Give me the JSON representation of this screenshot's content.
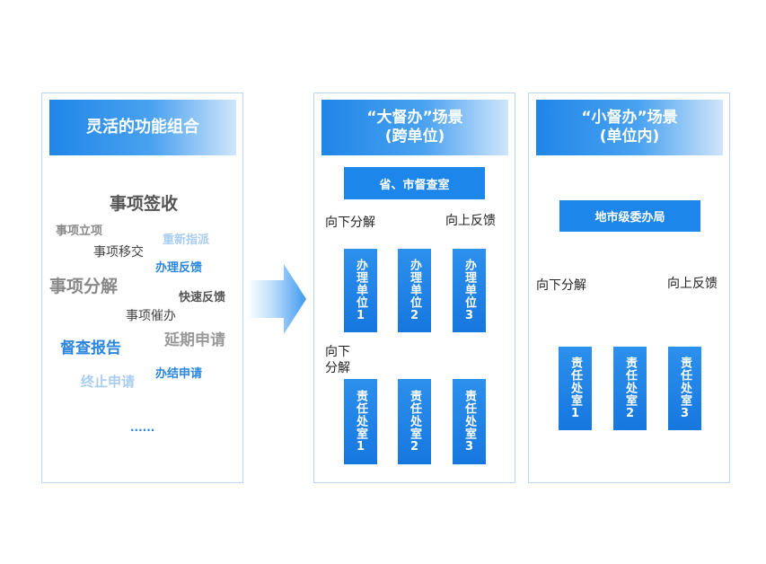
{
  "left_panel": {
    "title": "灵活的功能组合",
    "words": [
      {
        "text": "事项签收",
        "color": "#555555"
      },
      {
        "text": "事项立项",
        "color": "#8a8a8a"
      },
      {
        "text": "重新指派",
        "color": "#a8cdf0"
      },
      {
        "text": "事项移交",
        "color": "#444444"
      },
      {
        "text": "办理反馈",
        "color": "#2a86df"
      },
      {
        "text": "事项分解",
        "color": "#888888"
      },
      {
        "text": "快速反馈",
        "color": "#555555"
      },
      {
        "text": "事项催办",
        "color": "#444444"
      },
      {
        "text": "督查报告",
        "color": "#2a86df"
      },
      {
        "text": "延期申请",
        "color": "#999999"
      },
      {
        "text": "办结申请",
        "color": "#2a86df"
      },
      {
        "text": "终止申请",
        "color": "#a8cdf0"
      },
      {
        "text": "......",
        "color": "#2a86df"
      }
    ]
  },
  "middle_panel": {
    "title_line1": "“大督办”场景",
    "title_line2": "(跨单位)",
    "top_box": "省、市督查室",
    "label_down": "向下分解",
    "label_up": "向上反馈",
    "label_down2_line1": "向下",
    "label_down2_line2": "分解",
    "units": [
      "办理单位1",
      "办理单位2",
      "办理单位3"
    ],
    "offices": [
      "责任处室1",
      "责任处室2",
      "责任处室3"
    ]
  },
  "right_panel": {
    "title_line1": "“小督办”场景",
    "title_line2": "(单位内)",
    "top_box": "地市级委办局",
    "label_down": "向下分解",
    "label_up": "向上反馈",
    "offices": [
      "责任处室1",
      "责任处室2",
      "责任处室3"
    ]
  },
  "colors": {
    "accent": "#1d86ea",
    "border": "#b9d6f2",
    "arrow_line": "#2f8ee8"
  }
}
